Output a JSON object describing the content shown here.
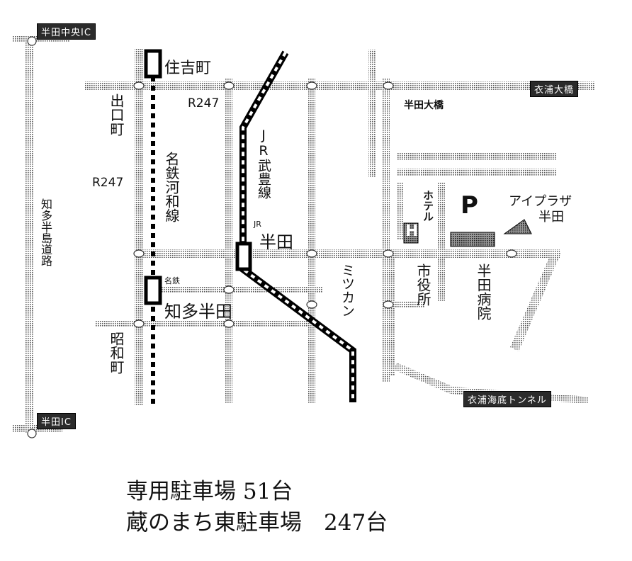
{
  "map": {
    "badges": {
      "handa_chuo_ic": "半田中央IC",
      "handa_ic": "半田IC",
      "kinuura_ohashi": "衣浦大橋",
      "kinuura_tunnel": "衣浦海底トンネル"
    },
    "stations": {
      "sumiyoshicho": "住吉町",
      "jr_prefix": "JR",
      "jr_handa": "半田",
      "meitetsu_prefix": "名鉄",
      "chita_handa": "知多半田"
    },
    "lines": {
      "jr_taketoyo": "JR武豊線",
      "meitetsu_kowa": "名鉄河和線"
    },
    "roads": {
      "r247_top": "R247",
      "r247_left": "R247",
      "chita_hanto_doro": "知多半島道路"
    },
    "places": {
      "handa_ohashi": "半田大橋",
      "deguchicho": "出口町",
      "showacho": "昭和町",
      "mizkan": "ミツカン",
      "shiyakusho": "市役所",
      "handa_byoin": "半田病院",
      "ai_plaza": "アイプラザ",
      "ai_plaza_2": "半田",
      "parking": "P",
      "hotel": "H",
      "hotel_text": "ホテル"
    }
  },
  "legend": {
    "line1": "専用駐車場 51台",
    "line2": "蔵のまち東駐車場　247台"
  }
}
